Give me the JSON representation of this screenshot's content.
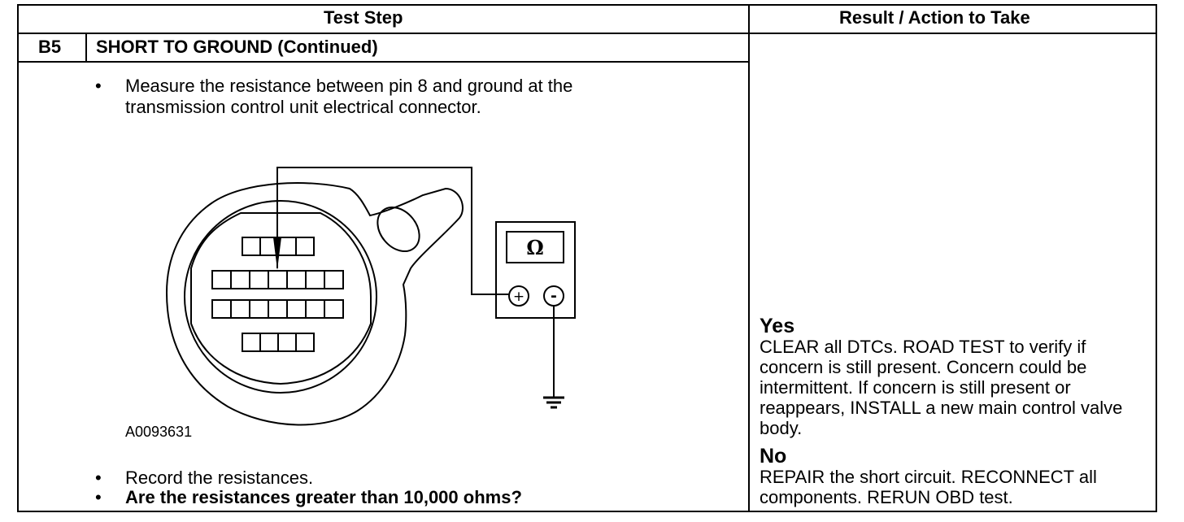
{
  "header": {
    "test_step": "Test Step",
    "result_action": "Result / Action to Take"
  },
  "step": {
    "id": "B5",
    "title": "SHORT TO GROUND (Continued)"
  },
  "instructions": {
    "first_bullet_line1": "Measure the resistance between pin 8 and ground at the",
    "first_bullet_line2": "transmission control unit electrical connector.",
    "record": "Record the resistances.",
    "question": "Are the resistances greater than 10,000 ohms?"
  },
  "figure": {
    "id": "A0093631",
    "meter_symbol": "Ω",
    "plus": "+",
    "minus": "-"
  },
  "results": {
    "yes_label": "Yes",
    "yes_text": "CLEAR all DTCs. ROAD TEST to verify if concern is still present. Concern could be intermittent. If concern is still present or reappears, INSTALL a new main control valve body.",
    "no_label": "No",
    "no_text": "REPAIR the short circuit. RECONNECT all components. RERUN OBD test."
  }
}
